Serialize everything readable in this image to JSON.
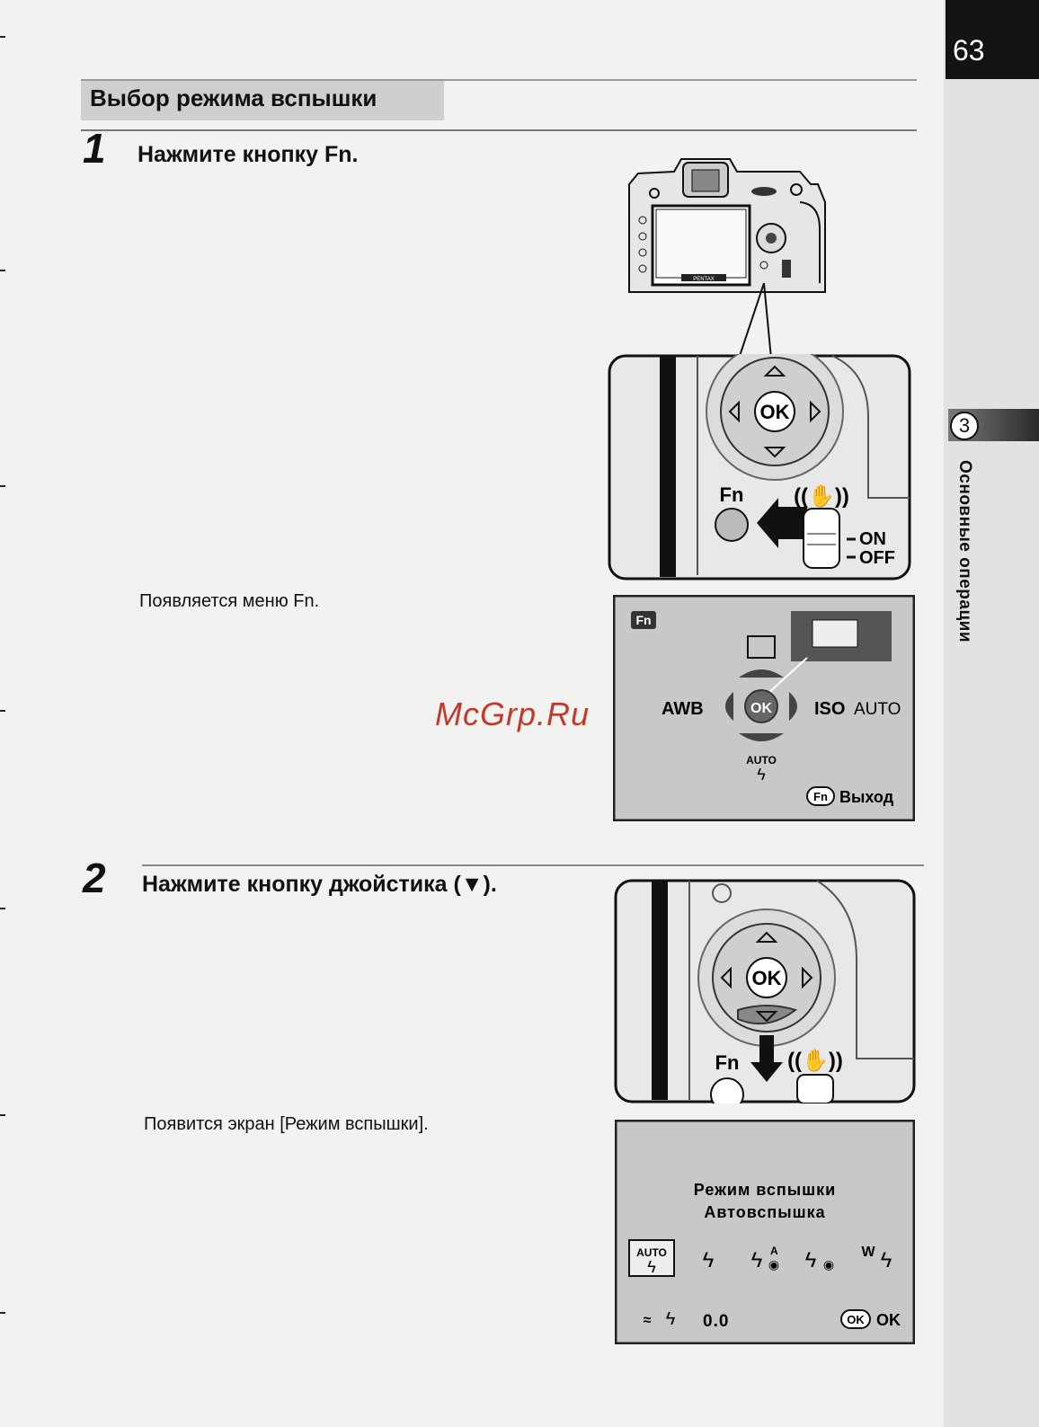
{
  "page_number": "63",
  "chapter": {
    "number": "3",
    "title": "Основные операции"
  },
  "section_title": "Выбор режима вспышки",
  "steps": [
    {
      "number": "1",
      "text": "Нажмите кнопку Fn.",
      "note": "Появляется меню Fn."
    },
    {
      "number": "2",
      "text": "Нажмите кнопку джойстика (▼).",
      "note": "Появится экран [Режим вспышки]."
    }
  ],
  "camera": {
    "brand": "PENTAX"
  },
  "closeup1": {
    "fn_label": "Fn",
    "ok_label": "OK",
    "switch_on": "ON",
    "switch_off": "OFF"
  },
  "fn_menu": {
    "badge": "Fn",
    "left_label": "AWB",
    "iso_label": "ISO",
    "iso_value": "AUTO",
    "ok_label": "OK",
    "bottom_label": "AUTO",
    "exit_key": "Fn",
    "exit_label": "Выход"
  },
  "closeup2": {
    "fn_label": "Fn",
    "ok_label": "OK"
  },
  "flash_screen": {
    "title": "Режим вспышки",
    "mode": "Автовспышка",
    "icons": [
      "AUTO",
      "",
      "A",
      "",
      "W"
    ],
    "comp_value": "0.0",
    "ok_key": "OK",
    "ok_label": "OK"
  },
  "watermark": "McGrp.Ru"
}
